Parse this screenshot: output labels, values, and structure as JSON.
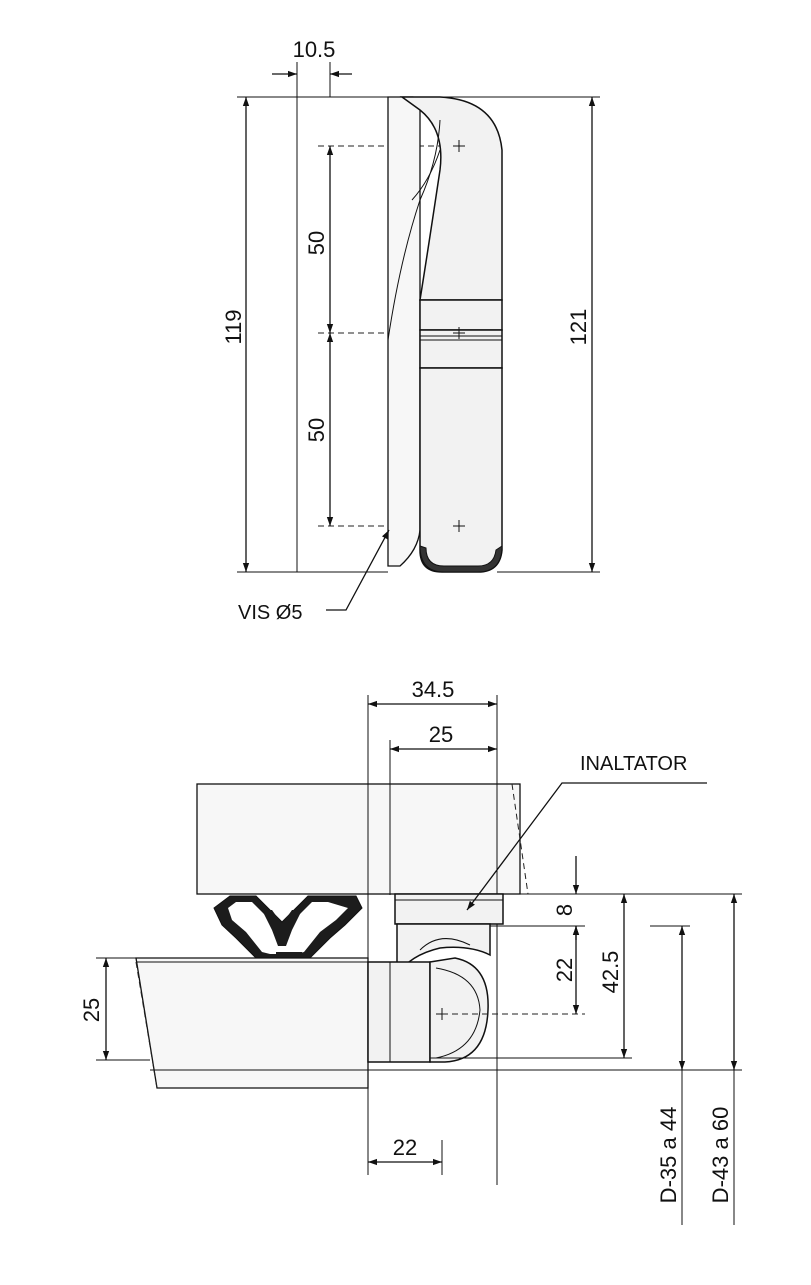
{
  "top_view": {
    "dim_width": "10.5",
    "dim_total_left": "119",
    "dim_upper_pitch": "50",
    "dim_lower_pitch": "50",
    "dim_total_right": "121",
    "screw_label": "VIS Ø5"
  },
  "bottom_view": {
    "dim_overall_width": "34.5",
    "dim_inner_width": "25",
    "insulator_label": "INALTATOR",
    "dim_offset": "8",
    "dim_pin_height": "22",
    "dim_total_height": "42.5",
    "dim_door_thickness": "25",
    "dim_bottom_width": "22",
    "range_label_1": "D-35  a  44",
    "range_label_2": "D-43  a  60"
  }
}
